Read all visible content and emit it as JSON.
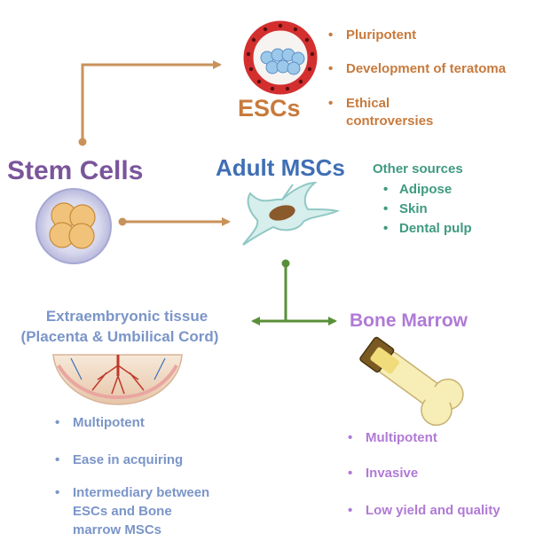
{
  "colors": {
    "esc": "#c87a3c",
    "stem": "#7a559a",
    "adult": "#3f6fb5",
    "other": "#3f9a80",
    "extra": "#7b95c8",
    "bone": "#b07ad6",
    "arrow_orange": "#c9925a",
    "arrow_green": "#5a8f3a"
  },
  "esc": {
    "label": "ESCs",
    "bullets": [
      "Pluripotent",
      "Development of teratoma",
      "Ethical",
      "controversies"
    ]
  },
  "stem_cells": {
    "label": "Stem Cells"
  },
  "adult_mscs": {
    "label": "Adult MSCs"
  },
  "other_sources": {
    "title": "Other sources",
    "items": [
      "Adipose",
      "Skin",
      "Dental pulp"
    ]
  },
  "extraembryonic": {
    "title_line1": "Extraembryonic tissue",
    "title_line2": "(Placenta & Umbilical Cord)",
    "bullets": [
      "Multipotent",
      "Ease in acquiring",
      "Intermediary between",
      "ESCs and Bone",
      "marrow MSCs"
    ]
  },
  "bone_marrow": {
    "title": "Bone Marrow",
    "bullets": [
      "Multipotent",
      "Invasive",
      "Low yield and quality"
    ]
  },
  "bullet_char": "•"
}
